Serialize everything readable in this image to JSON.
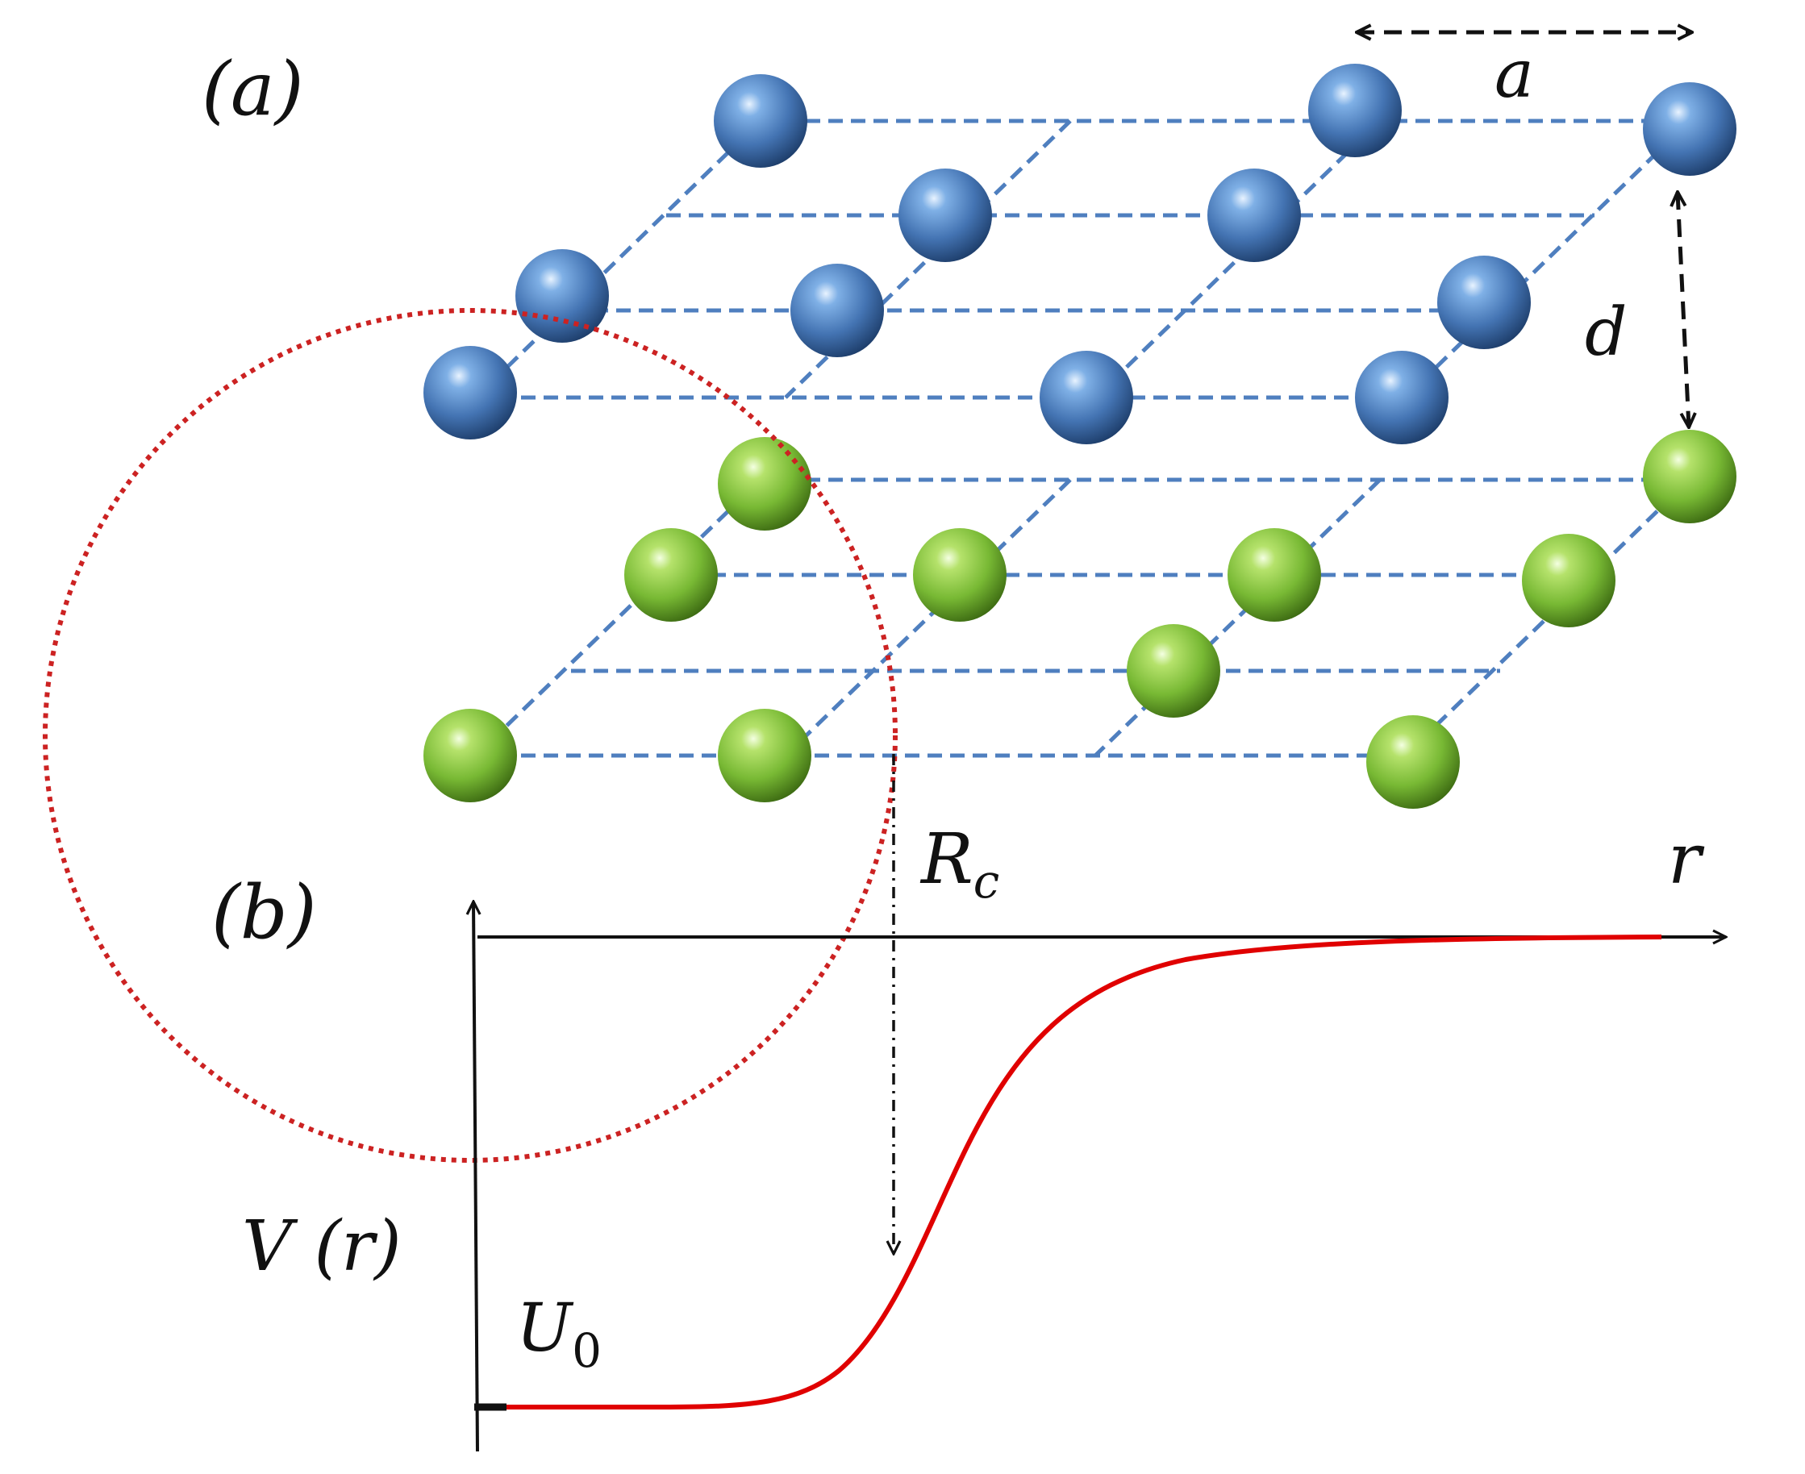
{
  "labels": {
    "panel_a": "(a)",
    "panel_b": "(b)",
    "lattice_spacing": "a",
    "layer_distance": "d",
    "cutoff_radius": "R",
    "cutoff_radius_sub": "c",
    "axis_x": "r",
    "axis_y": "V (r)",
    "depth": "U",
    "depth_sub": "0"
  },
  "colors": {
    "top_layer": "#4a7ab7",
    "bottom_layer": "#7fbf3a",
    "bonds": "#4f7fbf",
    "circle": "#cc2222",
    "curve": "#e00000",
    "ink": "#111111"
  }
}
